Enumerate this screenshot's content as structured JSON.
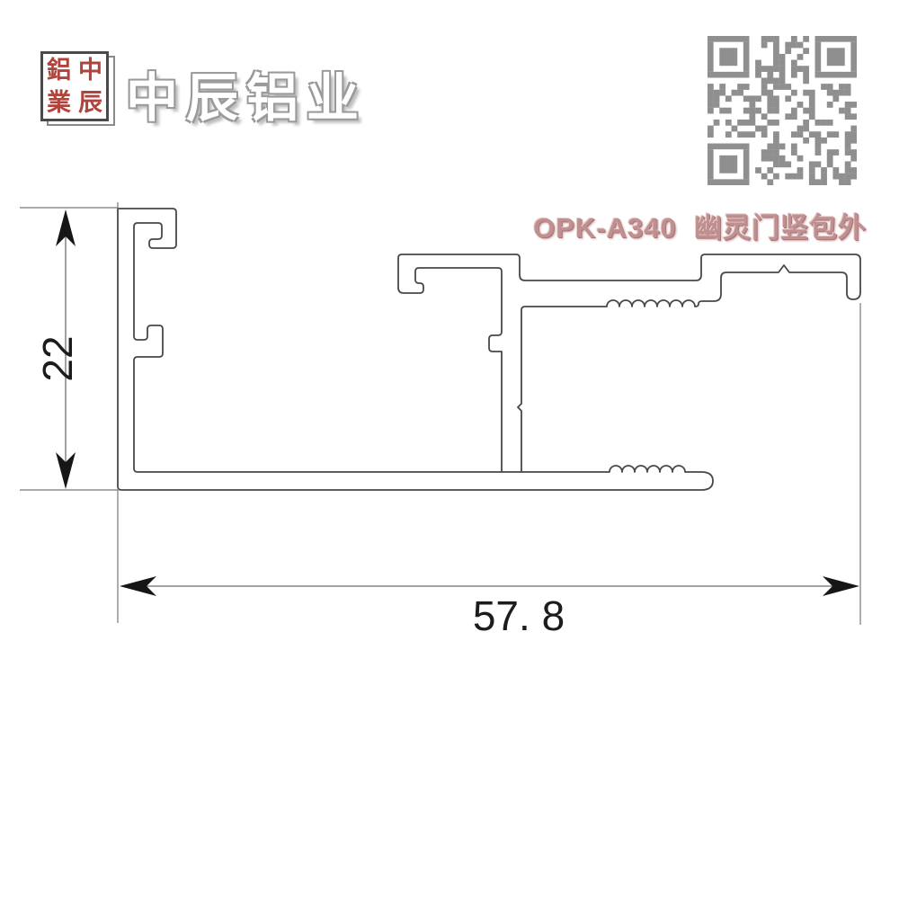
{
  "brand": {
    "seal": {
      "chars": [
        "鋁",
        "中",
        "業",
        "辰"
      ],
      "char_color": "#b0443c",
      "border_color": "#4a4a4a"
    },
    "company_name": "中辰铝业"
  },
  "qr": {
    "modules": 25,
    "color": "#8f8f8f"
  },
  "product": {
    "label": "OPK-A340  幽灵门竖包外",
    "color": "#c08f8f"
  },
  "drawing": {
    "profile_line_color": "#484848",
    "dim_line_color": "#6e6e6e",
    "arrow_color": "#161616",
    "dim_vertical": {
      "value": "22"
    },
    "dim_horizontal": {
      "value": "57. 8"
    }
  }
}
